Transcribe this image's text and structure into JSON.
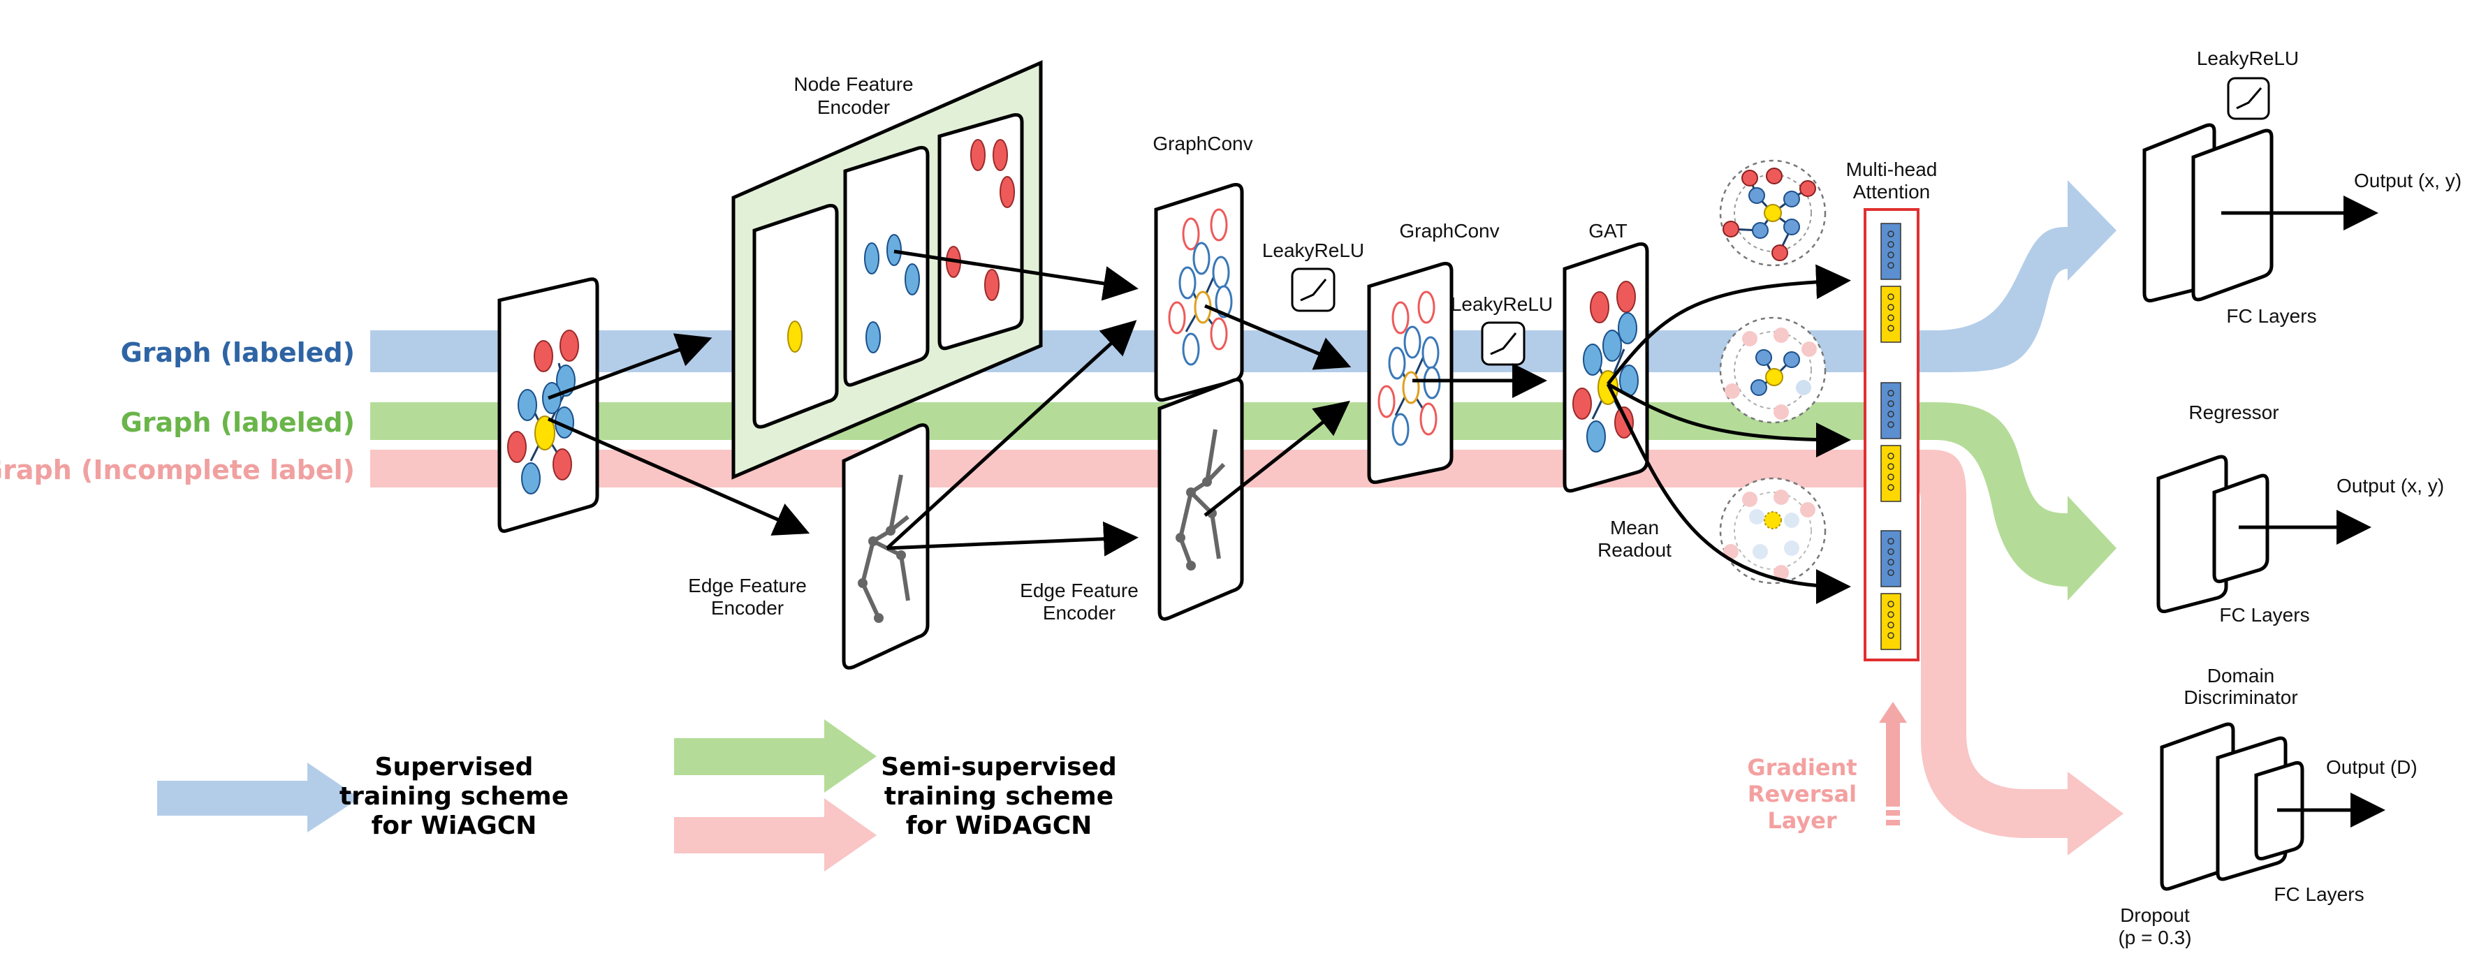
{
  "streams": {
    "graph_labeled_blue": "Graph (labeled)",
    "graph_labeled_green": "Graph (labeled)",
    "graph_incomplete": "Graph (Incomplete label)"
  },
  "labels": {
    "node_feature_encoder_1": "Node Feature",
    "node_feature_encoder_2": "Encoder",
    "edge_feature_encoder_a_1": "Edge Feature",
    "edge_feature_encoder_a_2": "Encoder",
    "edge_feature_encoder_b_1": "Edge Feature",
    "edge_feature_encoder_b_2": "Encoder",
    "graphconv_1": "GraphConv",
    "graphconv_2": "GraphConv",
    "leakyrelu_1": "LeakyReLU",
    "leakyrelu_2": "LeakyReLU",
    "leakyrelu_3": "LeakyReLU",
    "gat": "GAT",
    "mean_readout_1": "Mean",
    "mean_readout_2": "Readout",
    "multihead_1": "Multi-head",
    "multihead_2": "Attention",
    "output_xy_1": "Output (x, y)",
    "output_xy_2": "Output (x, y)",
    "output_d": "Output (D)",
    "fc_layers_1": "FC Layers",
    "fc_layers_2": "FC Layers",
    "fc_layers_3": "FC Layers",
    "regressor": "Regressor",
    "domain_disc_1": "Domain",
    "domain_disc_2": "Discriminator",
    "dropout_1": "Dropout",
    "dropout_2": "(p = 0.3)",
    "grl_1": "Gradient",
    "grl_2": "Reversal",
    "grl_3": "Layer"
  },
  "legend": {
    "supervised_1": "Supervised",
    "supervised_2": "training scheme",
    "supervised_3": "for WiAGCN",
    "semi_1": "Semi-supervised",
    "semi_2": "training scheme",
    "semi_3": "for WiDAGCN"
  },
  "colors": {
    "blue_stream": "#b3cde9",
    "green_stream": "#b4dc98",
    "pink_stream": "#f9c5c5",
    "blue_text": "#2e64a4",
    "green_text": "#6ab54a",
    "pink_text": "#f0a0a0",
    "node_red": "#ee5a5a",
    "node_blue": "#6aaee0",
    "node_yellow": "#ffe000",
    "encoder_bg": "#e3f0d8",
    "attention_border": "#e03030",
    "att_blue": "#5b8fd0",
    "att_yellow": "#ffd700",
    "grl_text": "#f4a0a0"
  }
}
